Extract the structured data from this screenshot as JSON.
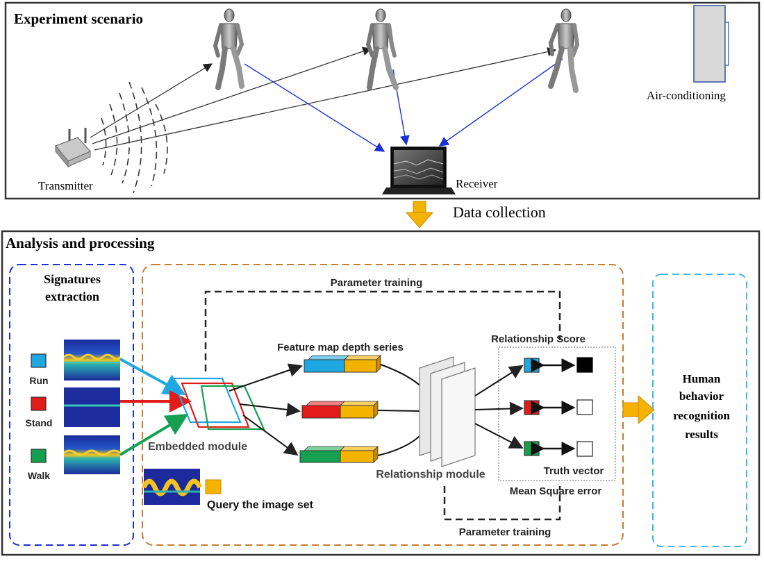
{
  "top_panel": {
    "title": "Experiment scenario",
    "transmitter_label": "Transmitter",
    "receiver_label": "Receiver",
    "ac_label": "Air-conditioning"
  },
  "flow": {
    "label": "Data collection"
  },
  "bottom_panel": {
    "title": "Analysis and processing",
    "signatures": {
      "title_line1": "Signatures",
      "title_line2": "extraction",
      "classes": [
        {
          "label": "Run",
          "color": "#1ea7e0"
        },
        {
          "label": "Stand",
          "color": "#e21b1b"
        },
        {
          "label": "Walk",
          "color": "#14a050"
        }
      ]
    },
    "parameter_training_top": "Parameter training",
    "parameter_training_bottom": "Parameter training",
    "feature_map_label": "Feature map depth series",
    "relationship_score_label": "Relationship Score",
    "embedded_module_label": "Embedded module",
    "relationship_module_label": "Relationship module",
    "truth_vector_label": "Truth vector",
    "mse_label": "Mean Square error",
    "query_label": "Query the image set",
    "query_color": "#f5b301",
    "result": {
      "line1": "Human",
      "line2": "behavior",
      "line3": "recognition",
      "line4": "results"
    }
  }
}
